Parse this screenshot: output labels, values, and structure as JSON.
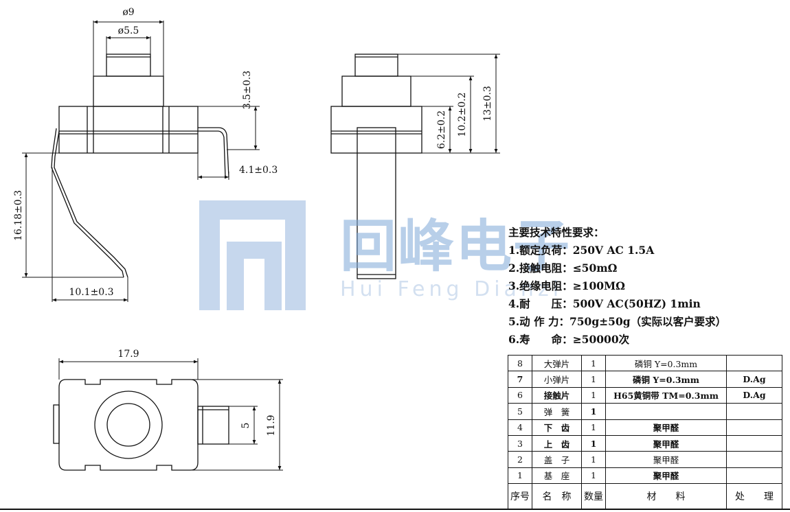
{
  "dimensions": {
    "d9": "ø9",
    "d5_5": "ø5.5",
    "h3_5": "3.5±0.3",
    "w4_1": "4.1±0.3",
    "h16_18": "16.18±0.3",
    "w10_1": "10.1±0.3",
    "h6_2": "6.2±0.2",
    "h10_2": "10.2±0.2",
    "h13": "13±0.3",
    "w17_9": "17.9",
    "h11_9": "11.9",
    "w5": "5"
  },
  "watermark": {
    "cn": "回峰电子",
    "en": "Hui Feng Dianzi",
    "color": "#7fa8d8"
  },
  "specs": {
    "title": "主要技术特性要求：",
    "items": [
      {
        "label": "1.额定负荷：",
        "value": "250V AC 1.5A"
      },
      {
        "label": "2.接触电阻：",
        "value": "≤50mΩ"
      },
      {
        "label": "3.绝缘电阻：",
        "value": "≥100MΩ"
      },
      {
        "label": "4.耐　　压：",
        "value": "500V AC(50HZ) 1min"
      },
      {
        "label": "5.动 作 力：",
        "value": "750g±50g（实际以客户要求）"
      },
      {
        "label": "6.寿　　命：",
        "value": "≥50000次"
      }
    ]
  },
  "bom": {
    "rows": [
      {
        "no": "8",
        "name": "大弹片",
        "qty": "1",
        "material": "磷铜 Y=0.3mm",
        "treatment": ""
      },
      {
        "no": "7",
        "name": "小弹片",
        "qty": "1",
        "material": "磷铜 Y=0.3mm",
        "treatment": "D.Ag"
      },
      {
        "no": "6",
        "name": "接触片",
        "qty": "1",
        "material": "H65黄铜带 TM=0.3mm",
        "treatment": "D.Ag"
      },
      {
        "no": "5",
        "name": "弹　簧",
        "qty": "1",
        "material": "",
        "treatment": ""
      },
      {
        "no": "4",
        "name": "下　齿",
        "qty": "1",
        "material": "聚甲醛",
        "treatment": ""
      },
      {
        "no": "3",
        "name": "上　齿",
        "qty": "1",
        "material": "聚甲醛",
        "treatment": ""
      },
      {
        "no": "2",
        "name": "盖　子",
        "qty": "1",
        "material": "聚甲醛",
        "treatment": ""
      },
      {
        "no": "1",
        "name": "基　座",
        "qty": "1",
        "material": "聚甲醛",
        "treatment": ""
      }
    ],
    "header": {
      "no": "序号",
      "name": "名　称",
      "qty": "数量",
      "material": "材　　料",
      "treatment": "处　　理"
    }
  }
}
